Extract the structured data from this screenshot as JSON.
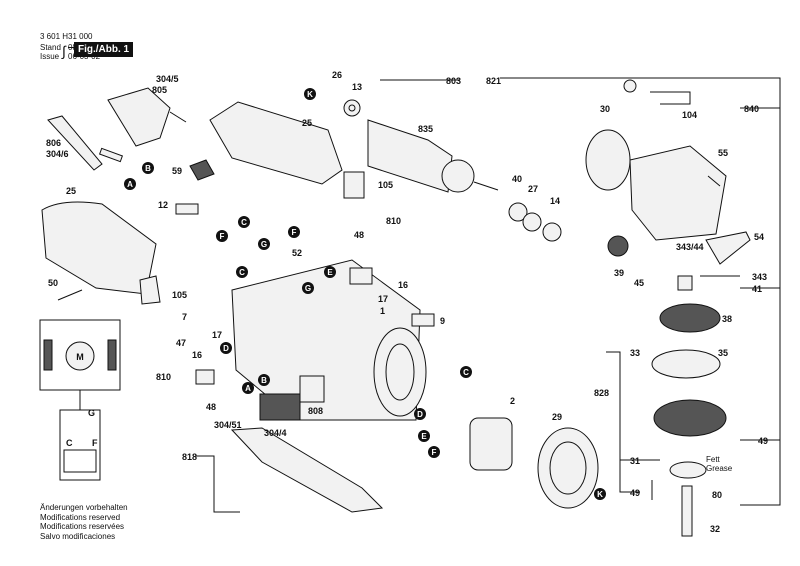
{
  "header": {
    "doc_number": "3 601 H31 000",
    "stand_label": "Stand",
    "stand_date": "08-02",
    "issue_label": "Issue",
    "issue_date": "06-03-02",
    "figure_tag": "Fig./Abb. 1"
  },
  "notes": [
    "Änderungen vorbehalten",
    "Modifications reserved",
    "Modifications reservées",
    "Salvo modificaciones"
  ],
  "annotation": {
    "line1": "Fett",
    "line2": "Grease"
  },
  "parts": {
    "p304_5": "304/5",
    "p805": "805",
    "p806": "806",
    "p304_6": "304/6",
    "p25a": "25",
    "p25b": "25",
    "p59": "59",
    "p105a": "105",
    "p105b": "105",
    "p26": "26",
    "p13": "13",
    "p803": "803",
    "p835": "835",
    "p12": "12",
    "p50": "50",
    "p52": "52",
    "p810a": "810",
    "p48a": "48",
    "p16a": "16",
    "p17a": "17",
    "p7": "7",
    "p47": "47",
    "p17b": "17",
    "p16b": "16",
    "p810b": "810",
    "p48b": "48",
    "p304_51": "304/51",
    "p304_4": "304/4",
    "p808": "808",
    "p818": "818",
    "p1": "1",
    "p9": "9",
    "p2": "2",
    "p29": "29",
    "p821": "821",
    "p30": "30",
    "p104": "104",
    "p840": "840",
    "p40": "40",
    "p27": "27",
    "p14": "14",
    "p55": "55",
    "p343_44": "343/44",
    "p54": "54",
    "p39": "39",
    "p45": "45",
    "p343": "343",
    "p41": "41",
    "p38": "38",
    "p33": "33",
    "p35": "35",
    "p828": "828",
    "p49a": "49",
    "p31": "31",
    "p49b": "49",
    "p80": "80",
    "p32": "32"
  },
  "callouts": {
    "A1": "A",
    "B1": "B",
    "K1": "K",
    "C1": "C",
    "F1": "F",
    "G1": "G",
    "F2": "F",
    "E1": "E",
    "G2": "G",
    "C2": "C",
    "D1": "D",
    "A2": "A",
    "B2": "B",
    "C3": "C",
    "D2": "D",
    "E2": "E",
    "F3": "F",
    "K2": "K"
  },
  "schematic": {
    "motor_label": "M",
    "switch_g": "G",
    "switch_c": "C",
    "switch_f": "F"
  }
}
